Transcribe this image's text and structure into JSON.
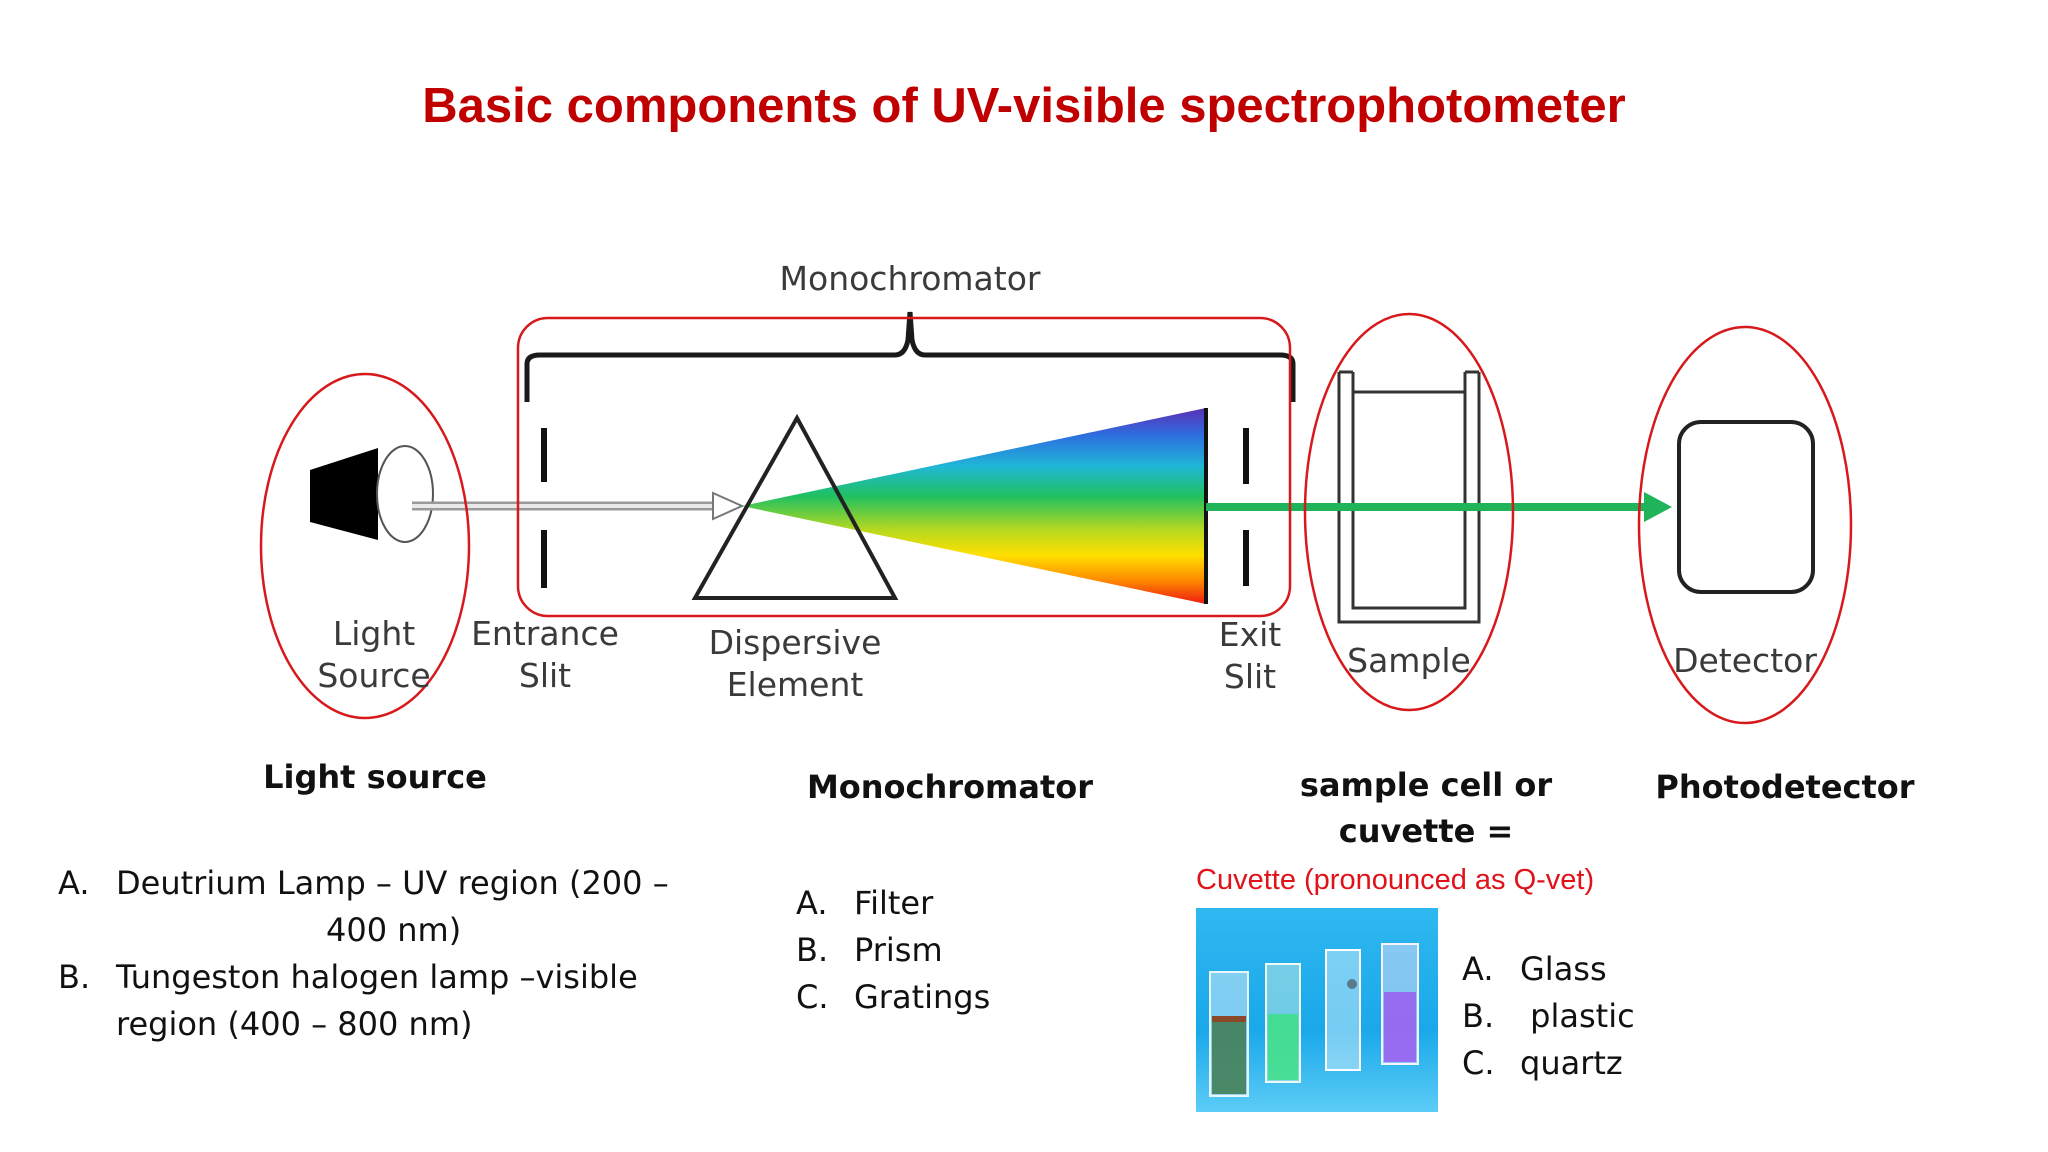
{
  "title": "Basic components of UV-visible spectrophotometer",
  "diagram": {
    "labels": {
      "monochromator": "Monochromator",
      "light_source": "Light\nSource",
      "entrance_slit": "Entrance\nSlit",
      "dispersive_element": "Dispersive\nElement",
      "exit_slit": "Exit\nSlit",
      "sample": "Sample",
      "detector": "Detector"
    },
    "colors": {
      "highlight": "#d7191c",
      "beam": "#1fb35a",
      "title": "#c00000"
    }
  },
  "sections": {
    "light_source": {
      "heading": "Light source",
      "items": [
        {
          "marker": "A.",
          "line1": "Deutrium Lamp – UV region (200 –",
          "line2": "400 nm)"
        },
        {
          "marker": "B.",
          "line1": "Tungeston halogen lamp –visible",
          "line2": "region (400 – 800 nm)"
        }
      ]
    },
    "monochromator": {
      "heading": "Monochromator",
      "items": [
        {
          "marker": "A.",
          "text": "Filter"
        },
        {
          "marker": "B.",
          "text": "Prism"
        },
        {
          "marker": "C.",
          "text": "Gratings"
        }
      ]
    },
    "sample_cell": {
      "heading": "sample cell or\ncuvette =",
      "note": "Cuvette (pronounced as Q-vet)",
      "image_alt": "cuvettes photo",
      "items": [
        {
          "marker": "A.",
          "text": "Glass"
        },
        {
          "marker": "B.",
          "text": " plastic"
        },
        {
          "marker": "C.",
          "text": "quartz"
        }
      ]
    },
    "photodetector": {
      "heading": "Photodetector"
    }
  }
}
